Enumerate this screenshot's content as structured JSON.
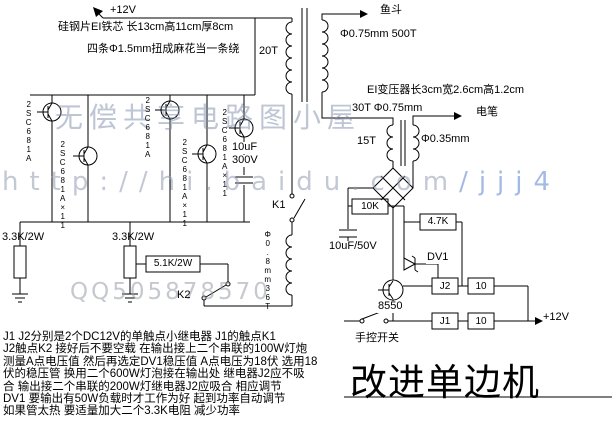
{
  "schematic": {
    "power": {
      "vcc_left": "+12V",
      "vcc_right": "+12V"
    },
    "transformer_main": {
      "note1": "硅钢片EI铁芯 长13cm高11cm厚8cm",
      "note2": "四条Φ1.5mm扭成麻花当一条绕",
      "primary_turns": "20T",
      "secondary_spec": "Φ0.75mm 500T",
      "feedback_spec": "Φ0.8mm36T"
    },
    "transformer_ct": {
      "spec": "EI变压器长3cm宽2.6cm高1.2cm",
      "primary": "30T Φ0.75mm",
      "secondary": "15T",
      "wire": "Φ0.35mm"
    },
    "outputs": {
      "fish": "鱼斗",
      "pen": "电笔"
    },
    "transistors": {
      "q1": "2SC681A",
      "q2": "2SC681A×11",
      "q3": "2SC681A",
      "q4": "2SC681A×11",
      "q5": "2SC681A×11",
      "q6": "8550"
    },
    "components": {
      "cap_main_value": "10uF",
      "cap_main_voltage": "300V",
      "cap_filter": "10uF/50V",
      "r_base1": "3.3K/2W",
      "r_base2": "3.3K/2W",
      "r_fb": "5.1K/2W",
      "r_sense": "10K",
      "r_bias": "4.7K",
      "r_j2": "10",
      "r_j1": "10",
      "zener": "DV1",
      "relay_j2": "J2",
      "relay_j1": "J1",
      "contact_k1": "K1",
      "contact_k2": "K2",
      "switch_manual": "手控开关"
    },
    "watermark": {
      "line1": "无偿共享电路图小屋",
      "line2a": "http://hi.baidu.com",
      "line2b": "/jjj4",
      "line3": "QQ505878570"
    },
    "title": "改进单边机",
    "notes": [
      "J1 J2分别是2个DC12V的单触点小继电器 J1的触点K1",
      "J2触点K2 接好后不要空载 在输出接上二个串联的100W灯炮",
      "测量A点电压值 然后再选定DV1稳压值 A点电压为18伏 选用18",
      "伏的稳压管 换用二个600W灯泡接在输出处 继电器J2应不吸",
      "合 输出接二个串联的200W灯继电器J2应吸合 相应调节",
      "DV1 要输出有50W负载时才工作为好 起到功率自动调节",
      "如果管太热 要适量加大二个3.3K电阻 减少功率"
    ]
  }
}
